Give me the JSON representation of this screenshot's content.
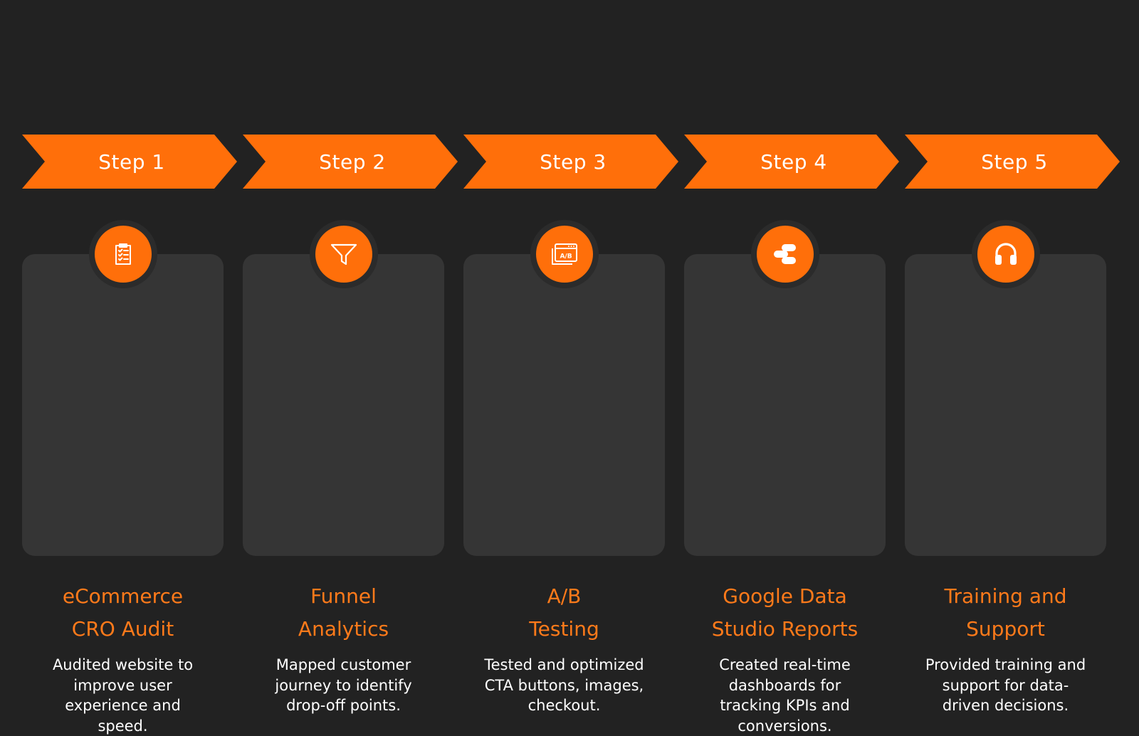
{
  "colors": {
    "background": "#222222",
    "accent": "#ff6f0a",
    "card": "#353535",
    "title_text": "#ff7a1a",
    "body_text": "#ffffff"
  },
  "steps": [
    {
      "label": "Step 1",
      "icon": "clipboard-checklist-icon",
      "title_line1": "eCommerce",
      "title_line2": "CRO Audit",
      "description": "Audited website to improve user experience and speed."
    },
    {
      "label": "Step 2",
      "icon": "funnel-icon",
      "title_line1": "Funnel",
      "title_line2": "Analytics",
      "description": "Mapped customer journey to identify drop-off points."
    },
    {
      "label": "Step 3",
      "icon": "ab-test-browser-icon",
      "icon_text": "A/B",
      "title_line1": "A/B",
      "title_line2": "Testing",
      "description": "Tested and optimized CTA buttons, images, checkout."
    },
    {
      "label": "Step 4",
      "icon": "data-studio-logo-icon",
      "title_line1": "Google Data",
      "title_line2": "Studio Reports",
      "description": "Created real-time dashboards for tracking KPIs and conversions."
    },
    {
      "label": "Step 5",
      "icon": "headphones-icon",
      "title_line1": "Training and",
      "title_line2": "Support",
      "description": "Provided training and support for data-driven decisions."
    }
  ]
}
